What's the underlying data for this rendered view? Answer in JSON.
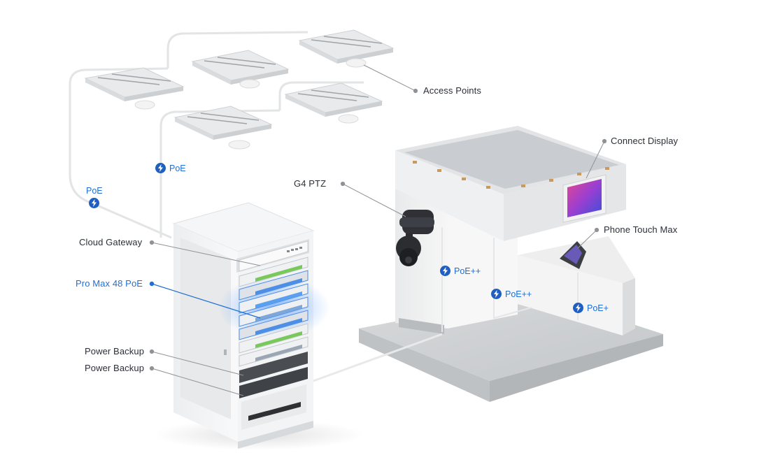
{
  "labels": {
    "access_points": "Access Points",
    "connect_display": "Connect Display",
    "g4_ptz": "G4 PTZ",
    "phone_touch_max": "Phone Touch Max",
    "cloud_gateway": "Cloud Gateway",
    "pro_max_48_poe": "Pro Max 48 PoE",
    "power_backup_1": "Power Backup",
    "power_backup_2": "Power Backup"
  },
  "poe_badges": {
    "left_ap": "PoE",
    "mid_ap": "PoE",
    "ptz": "PoE++",
    "display": "PoE++",
    "phone": "PoE+"
  },
  "colors": {
    "accent": "#1f6fd6",
    "poe_icon": "#1f5fc2",
    "label_text": "#2b2f36",
    "switch_glow": "#3a8cff"
  }
}
